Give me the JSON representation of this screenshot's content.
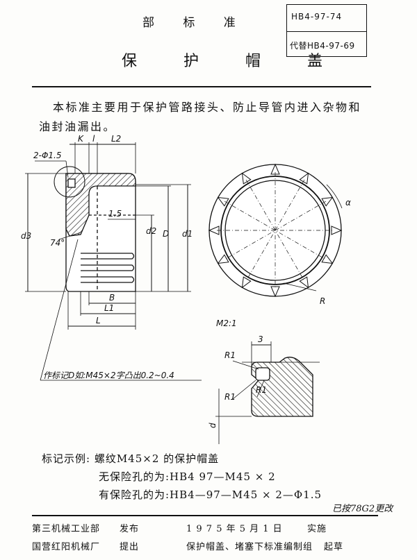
{
  "header": {
    "ministry": "部 标 准",
    "title": "保 护 帽 盖",
    "standard_no": "HB4-97-74",
    "replaces": "代替HB4-97-69"
  },
  "intro": "本标准主要用于保护管路接头、防止导管内进入杂物和油封油漏出。",
  "drawing": {
    "labels": {
      "k": "K",
      "l": "l",
      "l2": "L2",
      "holes": "2-Φ1.5",
      "d3": "d3",
      "d2": "d2",
      "D": "D",
      "d1": "d1",
      "dim_1_5": "1.5",
      "angle": "74°",
      "B": "B",
      "L1": "L1",
      "L": "L",
      "alpha": "α",
      "R": "R",
      "scale": "M2:1",
      "dim_3": "3",
      "R1_a": "R1",
      "R1_b": "R1",
      "R1_c": "R1",
      "d_small": "d",
      "note": "作标记D如:M45×2字凸出0.2~0.4"
    }
  },
  "marking_example": {
    "line1": "标记示例:  螺纹M45×2 的保护帽盖",
    "line2": "无保险孔的为:HB4  97—M45 × 2",
    "line3": "有保险孔的为:HB4—97—M45 × 2—Φ1.5"
  },
  "revision_note": "已按78G2更改",
  "footer": {
    "org1": "第三机械工业部",
    "action1": "发布",
    "date": "1 9 7 5 年 5 月 1 日",
    "action_date": "实施",
    "org2": "国营红阳机械厂",
    "action2": "提出",
    "committee": "保护帽盖、堵塞下标准编制组",
    "action3": "起草"
  }
}
